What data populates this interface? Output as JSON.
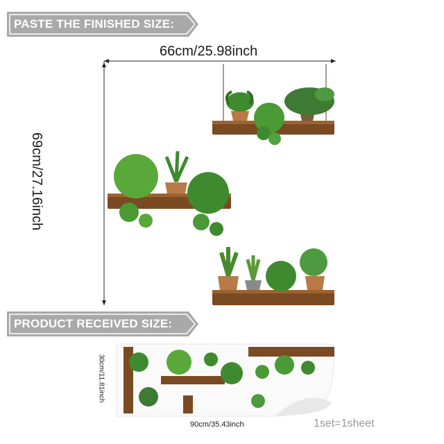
{
  "banners": {
    "paste_label": "PASTE THE FINISHED SIZE:",
    "received_label": "PRODUCT RECEIVED SIZE:"
  },
  "dimensions": {
    "width": "66cm/25.98inch",
    "height": "69cm/27.16inch",
    "sheet_width": "90cm/35.43inch",
    "sheet_height": "30cm/11.81inch"
  },
  "set_note": "1set=1sheet",
  "colors": {
    "banner": "#a9a9a9",
    "wood": "#7a4a22",
    "leaf": "#3f8a2e",
    "pot": "#b87a46"
  }
}
